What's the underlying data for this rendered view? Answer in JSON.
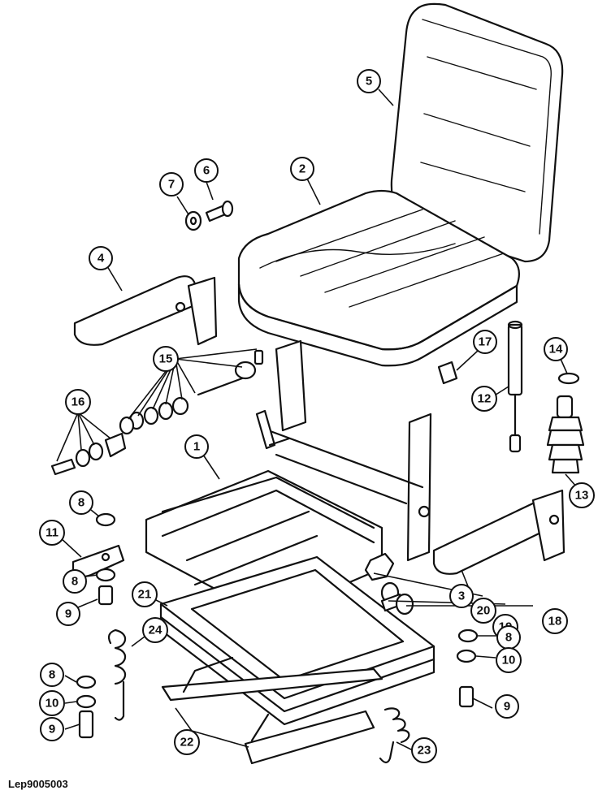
{
  "reference_code": "Lep9005003",
  "callouts": [
    {
      "id": "c5",
      "label": "5"
    },
    {
      "id": "c6",
      "label": "6"
    },
    {
      "id": "c7",
      "label": "7"
    },
    {
      "id": "c2",
      "label": "2"
    },
    {
      "id": "c4",
      "label": "4"
    },
    {
      "id": "c15",
      "label": "15"
    },
    {
      "id": "c17",
      "label": "17"
    },
    {
      "id": "c14",
      "label": "14"
    },
    {
      "id": "c16",
      "label": "16"
    },
    {
      "id": "c12",
      "label": "12"
    },
    {
      "id": "c1",
      "label": "1"
    },
    {
      "id": "c13",
      "label": "13"
    },
    {
      "id": "c8a",
      "label": "8"
    },
    {
      "id": "c11",
      "label": "11"
    },
    {
      "id": "c8b",
      "label": "8"
    },
    {
      "id": "c9a",
      "label": "9"
    },
    {
      "id": "c21",
      "label": "21"
    },
    {
      "id": "c3",
      "label": "3"
    },
    {
      "id": "c20",
      "label": "20"
    },
    {
      "id": "c19",
      "label": "19"
    },
    {
      "id": "c18",
      "label": "18"
    },
    {
      "id": "c24",
      "label": "24"
    },
    {
      "id": "c8c",
      "label": "8"
    },
    {
      "id": "c8d",
      "label": "8"
    },
    {
      "id": "c10a",
      "label": "10"
    },
    {
      "id": "c10b",
      "label": "10"
    },
    {
      "id": "c9b",
      "label": "9"
    },
    {
      "id": "c9c",
      "label": "9"
    },
    {
      "id": "c22",
      "label": "22"
    },
    {
      "id": "c23",
      "label": "23"
    }
  ]
}
